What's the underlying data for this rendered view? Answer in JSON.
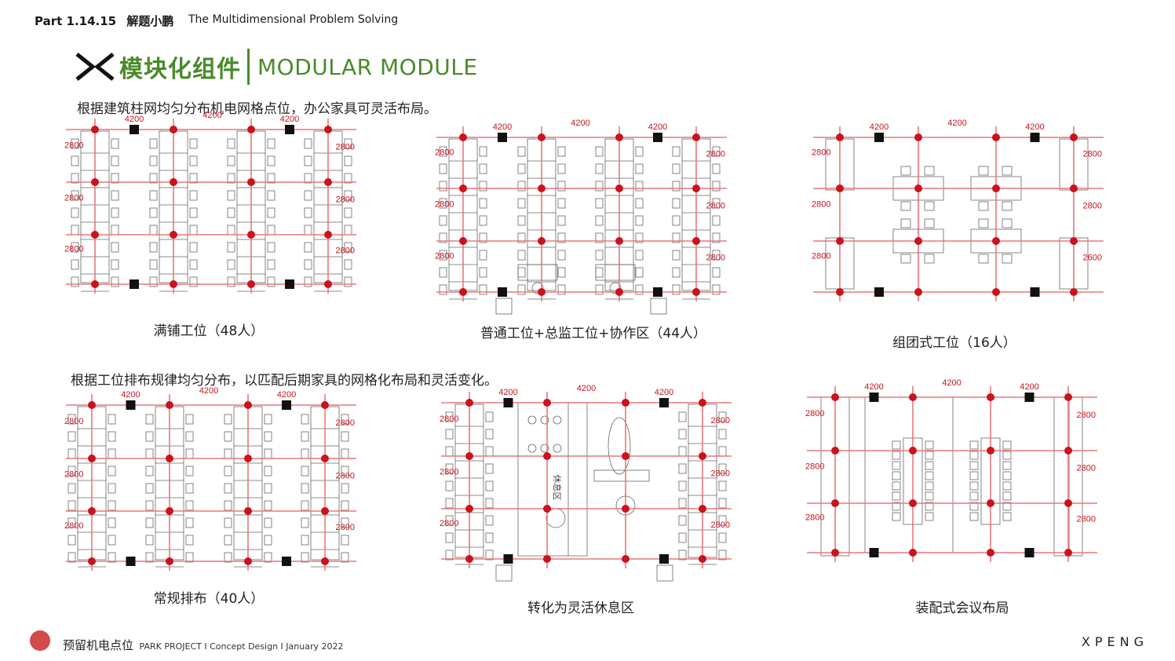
{
  "header": {
    "part": "Part 1.14.15",
    "part_cn": "解题小鹏",
    "subtitle": "The Multidimensional Problem Solving"
  },
  "title": {
    "cn": "模块化组件",
    "en": "MODULAR MODULE"
  },
  "notes": {
    "row1": "根据建筑柱网均匀分布机电网格点位，办公家具可灵活布局。",
    "row2": "根据工位排布规律均匀分布，以匹配后期家具的网格化布局和灵活变化。"
  },
  "plans": [
    {
      "caption": "满铺工位（48人）",
      "top": [
        "4200",
        "4200",
        "4200"
      ],
      "left": [
        "2800",
        "2800",
        "2800"
      ],
      "right": [
        "2800",
        "2800",
        "2800"
      ]
    },
    {
      "caption": "普通工位+总监工位+协作区（44人）",
      "top": [
        "4200",
        "4200",
        "4200"
      ],
      "left": [
        "2800",
        "2800",
        "2800"
      ],
      "right": [
        "2800",
        "2800",
        "2800"
      ]
    },
    {
      "caption": "组团式工位（16人）",
      "top": [
        "4200",
        "4200",
        "4200"
      ],
      "left": [
        "2800",
        "2800",
        "2800"
      ],
      "right": [
        "2800",
        "2800",
        "2600"
      ]
    },
    {
      "caption": "常规排布（40人）",
      "top": [
        "4200",
        "4200",
        "4200"
      ],
      "left": [
        "2800",
        "2800",
        "2800"
      ],
      "right": [
        "2800",
        "2800",
        "2800"
      ]
    },
    {
      "caption": "转化为灵活休息区",
      "top": [
        "4200",
        "4200",
        "4200"
      ],
      "left": [
        "2800",
        "2800",
        "2800"
      ],
      "right": [
        "2800",
        "2800",
        "2800"
      ],
      "room_label": "休息区"
    },
    {
      "caption": "装配式会议布局",
      "top": [
        "4200",
        "4200",
        "4200"
      ],
      "left": [
        "2800",
        "2800",
        "2800"
      ],
      "right": [
        "2800",
        "2800",
        "2800"
      ]
    }
  ],
  "footer": {
    "label": "预留机电点位",
    "project": "PARK PROJECT  I Concept Design I  January 2022",
    "brand": "XPENG"
  },
  "colors": {
    "accent_green": "#4a8a2b",
    "grid_red": "#e8787b",
    "dot_red": "#c8141e",
    "column_black": "#111111"
  }
}
